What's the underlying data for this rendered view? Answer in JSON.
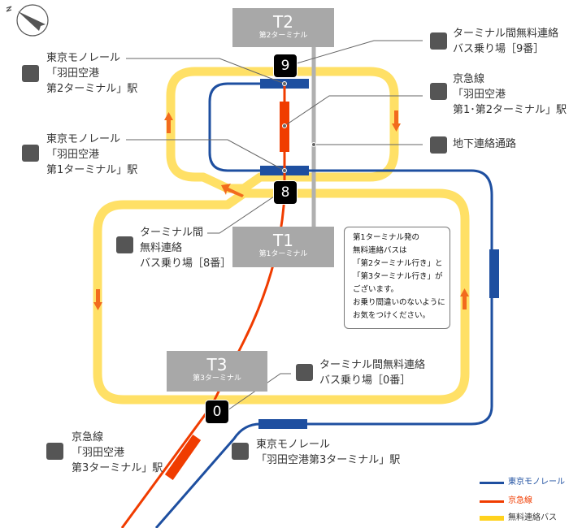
{
  "compass": {
    "label": "N"
  },
  "colors": {
    "monorail": "#1e4fa0",
    "keikyu": "#f03c00",
    "bus": "#ffe066",
    "bus_arrow": "#f26b1d",
    "terminal": "#a8a8a8",
    "underground": "#b0b0b0",
    "icon_bg": "#555555"
  },
  "terminals": [
    {
      "id": "T2",
      "code": "T2",
      "name": "第2ターミナル"
    },
    {
      "id": "T1",
      "code": "T1",
      "name": "第1ターミナル"
    },
    {
      "id": "T3",
      "code": "T3",
      "name": "第3ターミナル"
    }
  ],
  "bus_stops": [
    {
      "number": "9"
    },
    {
      "number": "8"
    },
    {
      "number": "0"
    }
  ],
  "labels": {
    "monorail_t2": "東京モノレール\n「羽田空港\n第2ターミナル」駅",
    "monorail_t1": "東京モノレール\n「羽田空港\n第1ターミナル」駅",
    "monorail_t3": "東京モノレール\n「羽田空港第3ターミナル」駅",
    "keikyu_t12": "京急線\n「羽田空港\n第1･第2ターミナル」駅",
    "keikyu_t3": "京急線\n「羽田空港\n第3ターミナル」駅",
    "bus_9": "ターミナル間無料連絡\nバス乗り場［9番］",
    "bus_8": "ターミナル間\n無料連絡\nバス乗り場［8番］",
    "bus_0": "ターミナル間無料連絡\nバス乗り場［0番］",
    "underground": "地下連絡通路"
  },
  "note": "第1ターミナル発の\n無料連絡バスは\n「第2ターミナル行き」と\n「第3ターミナル行き」が\nございます。\nお乗り間違いのないように\nお気をつけください。",
  "legend": [
    {
      "key": "monorail",
      "label": "東京モノレール"
    },
    {
      "key": "keikyu",
      "label": "京急線"
    },
    {
      "key": "bus",
      "label": "無料連絡バス"
    }
  ]
}
